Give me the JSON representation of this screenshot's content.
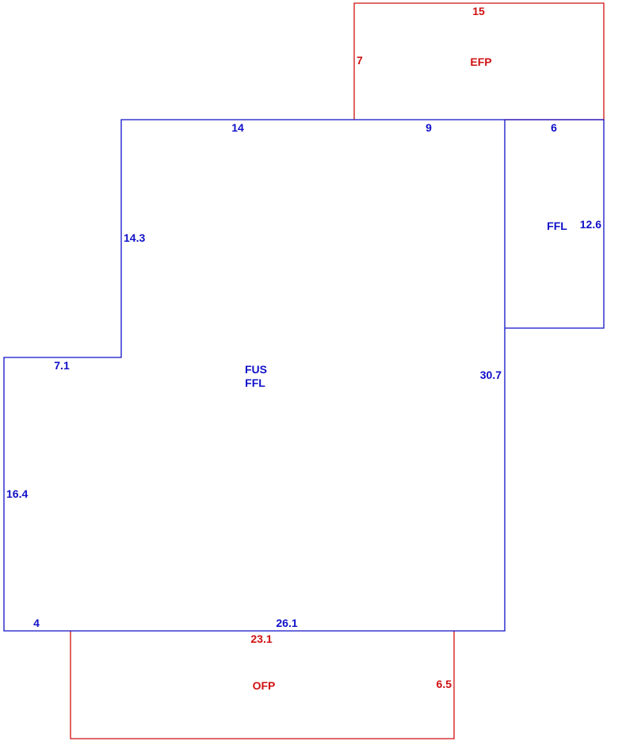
{
  "colors": {
    "living_area": "#1010c8",
    "porch_area": "#d01010",
    "background": "#ffffff"
  },
  "areas": {
    "main": {
      "code1": "FUS",
      "code2": "FFL"
    },
    "side_wing": {
      "code": "FFL"
    },
    "enclosed_porch": {
      "code": "EFP"
    },
    "open_porch": {
      "code": "OFP"
    }
  },
  "dimensions": {
    "main_top_left": "14",
    "main_top_right": "9",
    "main_upper_left_side": "14.3",
    "main_step": "7.1",
    "main_lower_left_side": "16.4",
    "main_right_side": "30.7",
    "main_bottom_left": "4",
    "main_bottom": "26.1",
    "wing_top": "6",
    "wing_side": "12.6",
    "efp_top": "15",
    "efp_side": "7",
    "ofp_top": "23.1",
    "ofp_side": "6.5"
  }
}
